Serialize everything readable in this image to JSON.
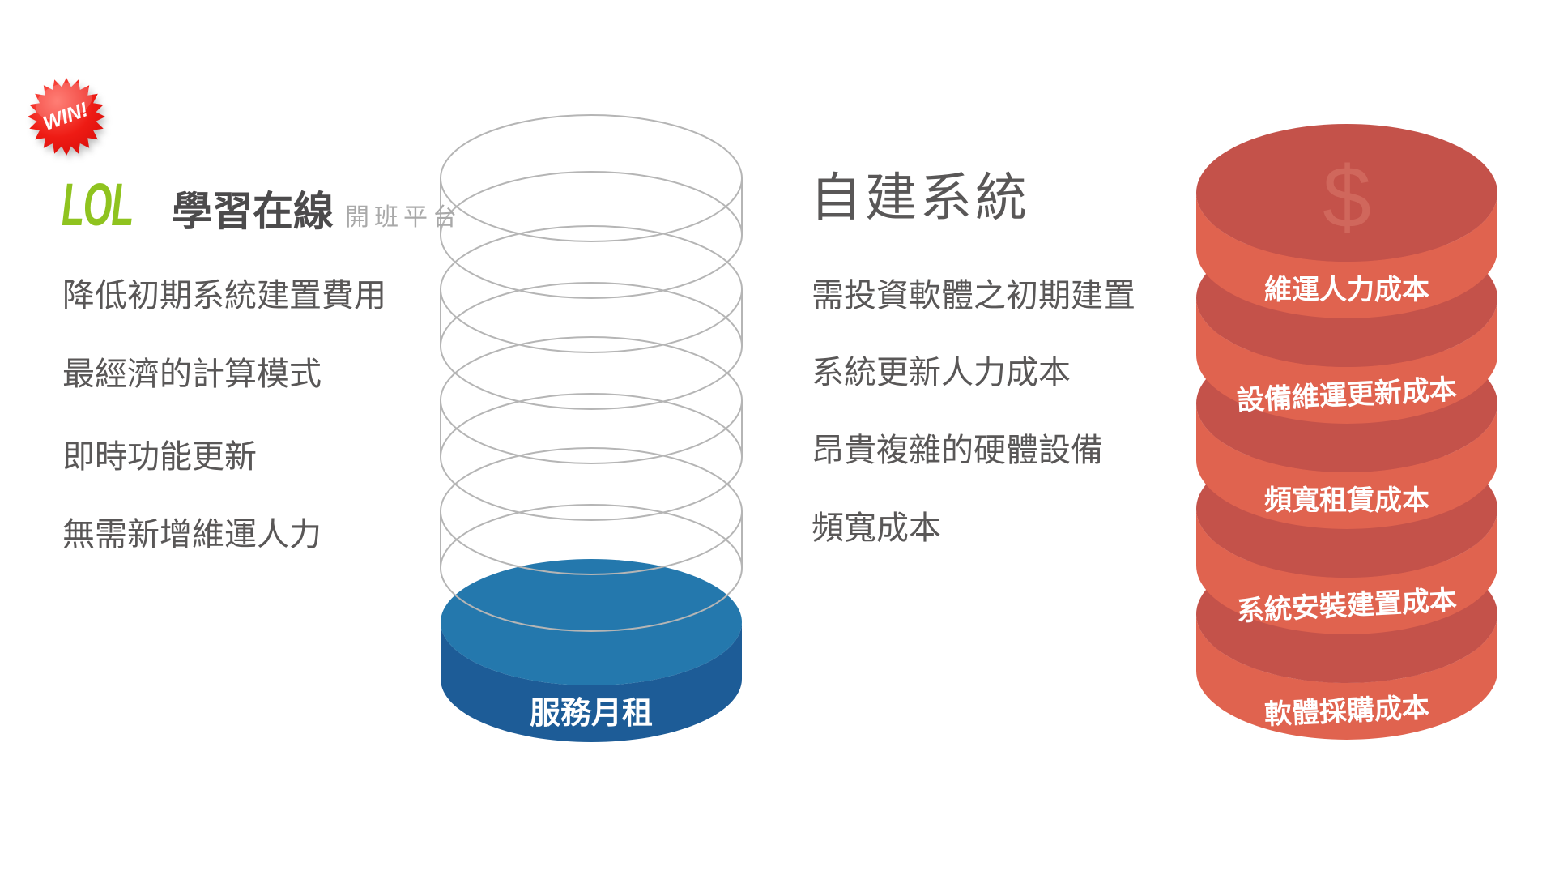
{
  "win_badge": {
    "label": "WIN!",
    "color": "#e8120c"
  },
  "logo": {
    "brand": "LOL",
    "brand_color": "#8fc31f",
    "name": "學習在線",
    "suffix": "開班平台"
  },
  "left": {
    "features": [
      "降低初期系統建置費用",
      "最經濟的計算模式",
      "即時功能更新",
      "無需新增維運人力"
    ]
  },
  "left_stack": {
    "base_label": "服務月租",
    "colors": {
      "top": "#2478ad",
      "side": "#1d5c97",
      "wire": "#b5b5b5"
    }
  },
  "right": {
    "title": "自建系統",
    "drawbacks": [
      "需投資軟體之初期建置",
      "系統更新人力成本",
      "昂貴複雜的硬體設備",
      "頻寬成本"
    ]
  },
  "right_stack": {
    "dollar": "$",
    "labels": [
      "維運人力成本",
      "設備維運更新成本",
      "頻寬租賃成本",
      "系統安裝建置成本",
      "軟體採購成本"
    ],
    "colors": {
      "top": "#c4524a",
      "side": "#e0634f",
      "dollar": "#d0675c"
    }
  }
}
